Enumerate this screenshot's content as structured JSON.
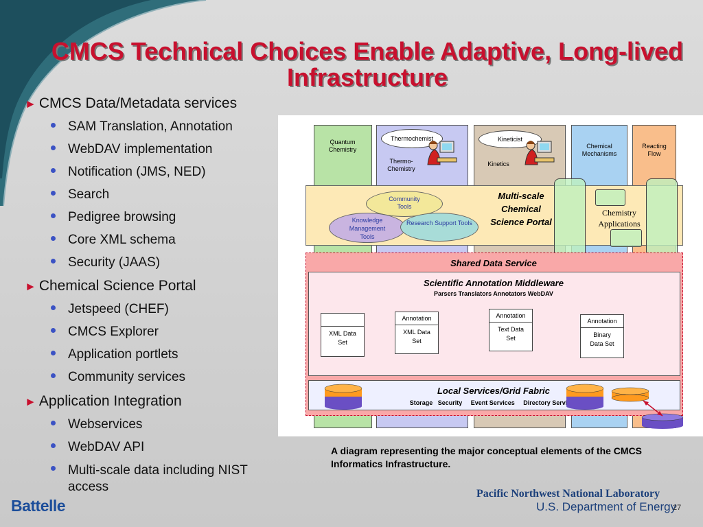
{
  "title": "CMCS Technical Choices Enable Adaptive, Long-lived Infrastructure",
  "bullets": [
    {
      "label": "CMCS Data/Metadata services",
      "items": [
        "SAM Translation, Annotation",
        "WebDAV implementation",
        "Notification (JMS, NED)",
        "Search",
        "Pedigree browsing",
        "Core XML schema",
        "Security (JAAS)"
      ]
    },
    {
      "label": "Chemical Science Portal",
      "items": [
        "Jetspeed (CHEF)",
        "CMCS Explorer",
        "Application portlets",
        "Community services"
      ]
    },
    {
      "label": "Application Integration",
      "items": [
        "Webservices",
        "WebDAV API",
        "Multi-scale data including NIST access"
      ]
    }
  ],
  "diagram": {
    "columns": [
      "Quantum Chemistry",
      "Thermo-Chemistry",
      "Kinetics",
      "Chemical Mechanisms",
      "Reacting Flow"
    ],
    "roles": [
      "Thermochemist",
      "Kineticist"
    ],
    "portal": "Multi-scale Chemical Science Portal",
    "tools": [
      "Community Tools",
      "Knowledge Management Tools",
      "Research Support Tools"
    ],
    "chem_apps": "Chemistry Applications",
    "shared": "Shared Data Service",
    "middleware_title": "Scientific Annotation Middleware",
    "middleware_sub": "Parsers  Translators  Annotators  WebDAV",
    "datasets": [
      {
        "hdr": "",
        "label": "XML Data Set"
      },
      {
        "hdr": "Annotation",
        "label": "XML Data Set"
      },
      {
        "hdr": "Annotation",
        "label": "Text Data Set"
      },
      {
        "hdr": "Annotation",
        "label": "Binary Data Set"
      }
    ],
    "local_title": "Local Services/Grid Fabric",
    "local_sub": "Storage   Security     Event Services     Directory Services"
  },
  "caption": "A diagram representing the major conceptual elements of the CMCS Informatics Infrastructure.",
  "footer": {
    "battelle": "Battelle",
    "pnnl": "Pacific Northwest National Laboratory",
    "doe": "U.S. Department of Energy",
    "page": "27"
  }
}
